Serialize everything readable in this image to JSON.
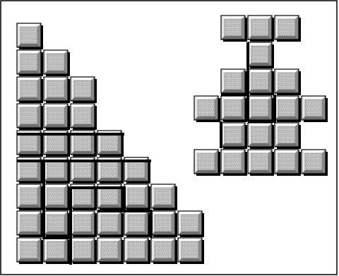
{
  "figure": {
    "colors": {
      "background": "#ffffff",
      "tile_face": "#c8c8c8",
      "tile_speckle": "#5a5a5a",
      "bevel_light": "#ffffff",
      "bevel_shade": "#8a8a8a",
      "outline": "#000000"
    },
    "staircase": {
      "columns": [
        9,
        8,
        7,
        5,
        4,
        3,
        2
      ]
    },
    "tower": {
      "rows": [
        3,
        1,
        3,
        5,
        3,
        5
      ]
    }
  }
}
